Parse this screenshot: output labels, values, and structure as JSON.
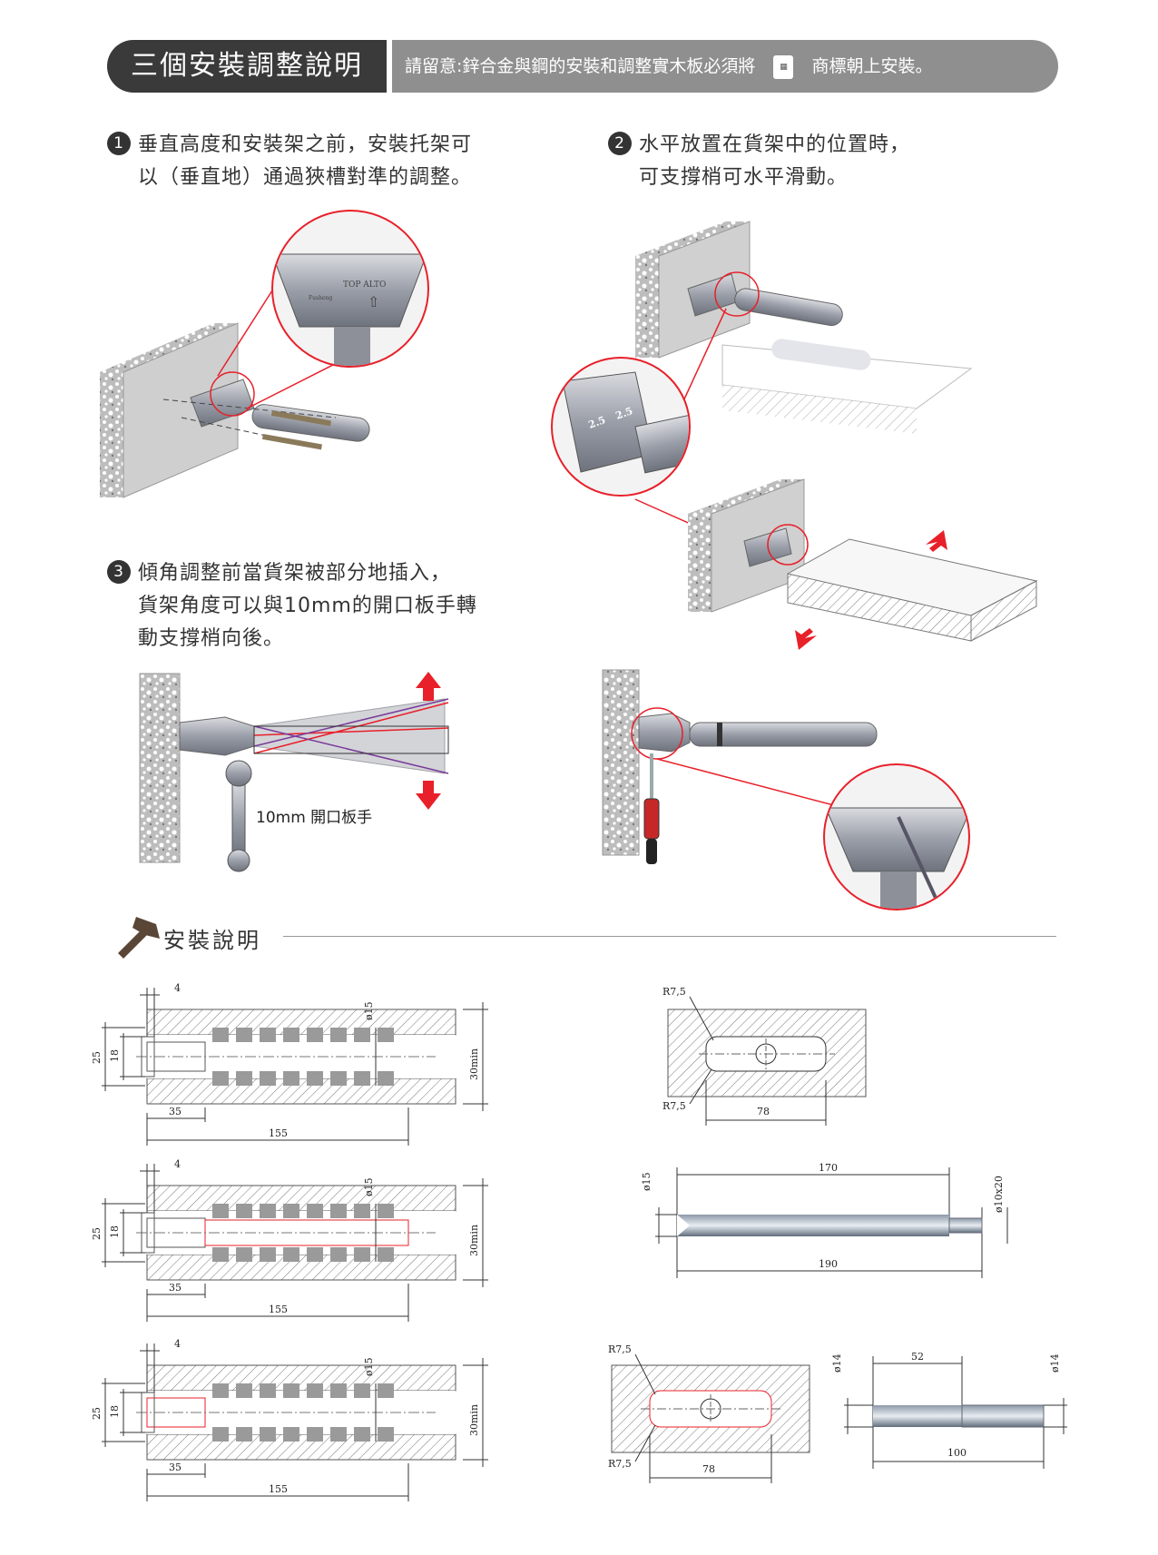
{
  "header": {
    "title": "三個安裝調整說明",
    "notice_prefix": "請留意:鋅合金與鋼的安裝和調整實木板必須將",
    "notice_suffix": "商標朝上安裝。",
    "logo_text": "Fusheng"
  },
  "steps": [
    {
      "number": "1",
      "line1": "垂直高度和安裝架之前，安裝托架可",
      "line2": "以（垂直地）通過狹槽對準的調整。"
    },
    {
      "number": "2",
      "line1": "水平放置在貨架中的位置時，",
      "line2": "可支撐梢可水平滑動。"
    },
    {
      "number": "3",
      "line1": "傾角調整前當貨架被部分地插入，",
      "line2": "貨架角度可以與10mm的開口板手轉",
      "line3": "動支撐梢向後。"
    }
  ],
  "illustration_labels": {
    "top_alto": "TOP ALTO",
    "logo_small": "Fusheng",
    "wrench_label": "10mm 開口板手",
    "adjust_a": "2.5",
    "adjust_b": "2.5"
  },
  "section": {
    "title": "安裝說明"
  },
  "drawings": {
    "left": {
      "dim_4": "4",
      "dim_15": "ø15",
      "dim_25": "25",
      "dim_18": "18",
      "dim_30": "30min",
      "dim_35": "35",
      "dim_155": "155"
    },
    "slot_top": {
      "r_top": "R7,5",
      "r_bottom": "R7,5",
      "len": "78"
    },
    "drill_long": {
      "dia": "ø15",
      "l1": "170",
      "l2": "190",
      "shank": "ø10x20"
    },
    "slot_bottom": {
      "r_top": "R7,5",
      "r_bottom": "R7,5",
      "len": "78"
    },
    "drill_short": {
      "dia_left": "ø14",
      "dia_right": "ø14",
      "l1": "52",
      "l2": "100"
    }
  },
  "colors": {
    "accent_red": "#e8202a",
    "banner_dark": "#3a3a3a",
    "banner_light": "#8f8f8f"
  }
}
